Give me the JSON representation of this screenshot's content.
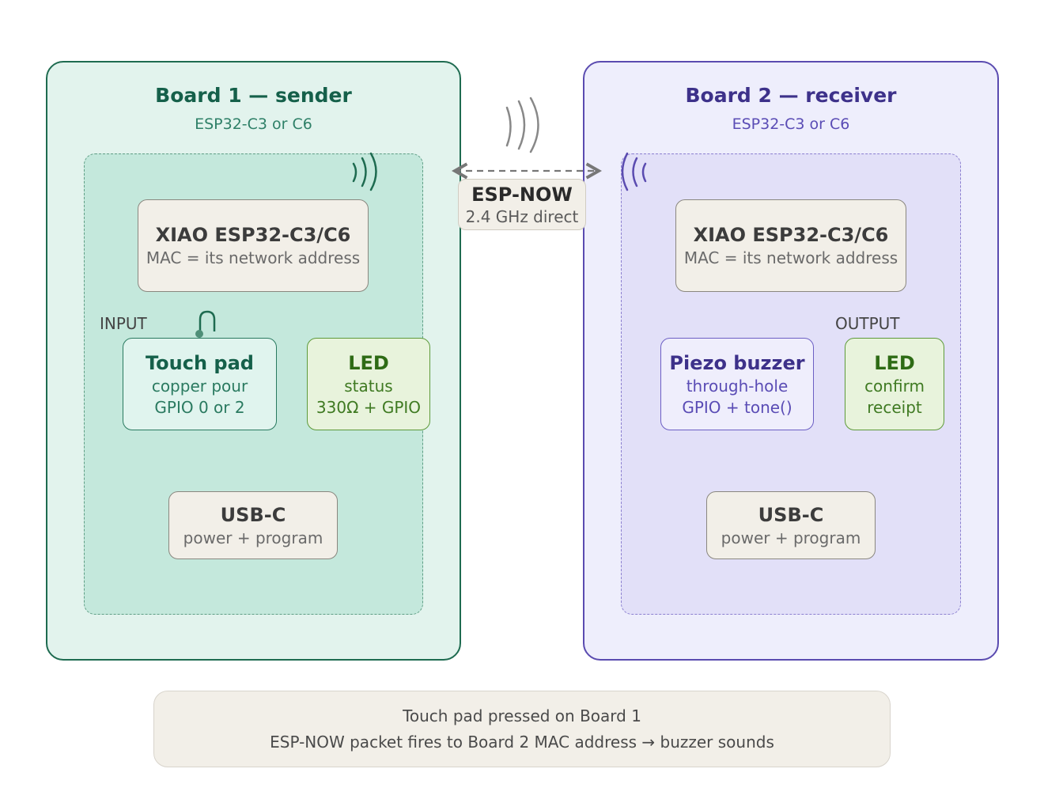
{
  "board1": {
    "title": "Board 1 — sender",
    "subtitle": "ESP32-C3 or C6",
    "mcu": {
      "title": "XIAO ESP32-C3/C6",
      "subtitle": "MAC = its network address"
    },
    "input_label": "INPUT",
    "touch": {
      "title": "Touch pad",
      "line1": "copper pour",
      "line2": "GPIO 0 or 2"
    },
    "led": {
      "title": "LED",
      "line1": "status",
      "line2": "330Ω + GPIO"
    },
    "usb": {
      "title": "USB-C",
      "subtitle": "power + program"
    }
  },
  "board2": {
    "title": "Board 2 — receiver",
    "subtitle": "ESP32-C3 or C6",
    "mcu": {
      "title": "XIAO ESP32-C3/C6",
      "subtitle": "MAC = its network address"
    },
    "output_label": "OUTPUT",
    "piezo": {
      "title": "Piezo buzzer",
      "line1": "through-hole",
      "line2": "GPIO + tone()"
    },
    "led": {
      "title": "LED",
      "line1": "confirm",
      "line2": "receipt"
    },
    "usb": {
      "title": "USB-C",
      "subtitle": "power + program"
    }
  },
  "link": {
    "title": "ESP-NOW",
    "subtitle": "2.4 GHz direct"
  },
  "caption": {
    "line1": "Touch pad pressed on Board 1",
    "line2": "ESP-NOW packet fires to Board 2 MAC address → buzzer sounds"
  },
  "colors": {
    "sender": "#1e6b50",
    "receiver": "#5a4bb0",
    "led": "#5e9a3a",
    "link": "#888888"
  }
}
